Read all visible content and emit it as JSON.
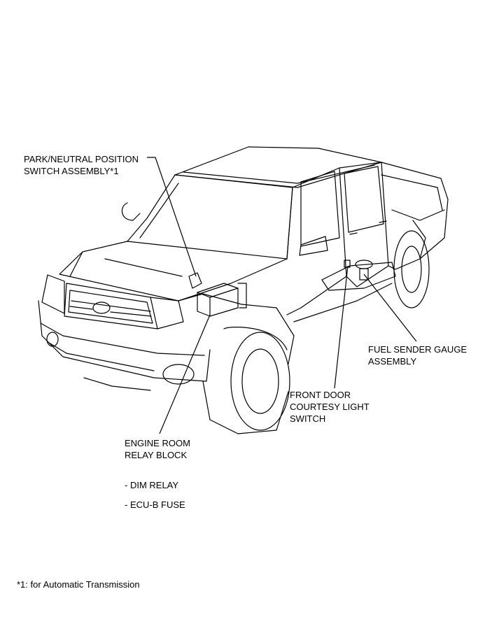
{
  "labels": {
    "park_neutral": [
      "PARK/NEUTRAL POSITION",
      "SWITCH ASSEMBLY*1"
    ],
    "fuel_sender": [
      "FUEL SENDER GAUGE",
      "ASSEMBLY"
    ],
    "front_door": [
      "FRONT DOOR",
      "COURTESY LIGHT",
      "SWITCH"
    ],
    "engine_room": [
      "ENGINE ROOM",
      "RELAY BLOCK"
    ],
    "engine_room_items": [
      "- DIM RELAY",
      "- ECU-B FUSE"
    ]
  },
  "footnote": "*1: for Automatic Transmission"
}
